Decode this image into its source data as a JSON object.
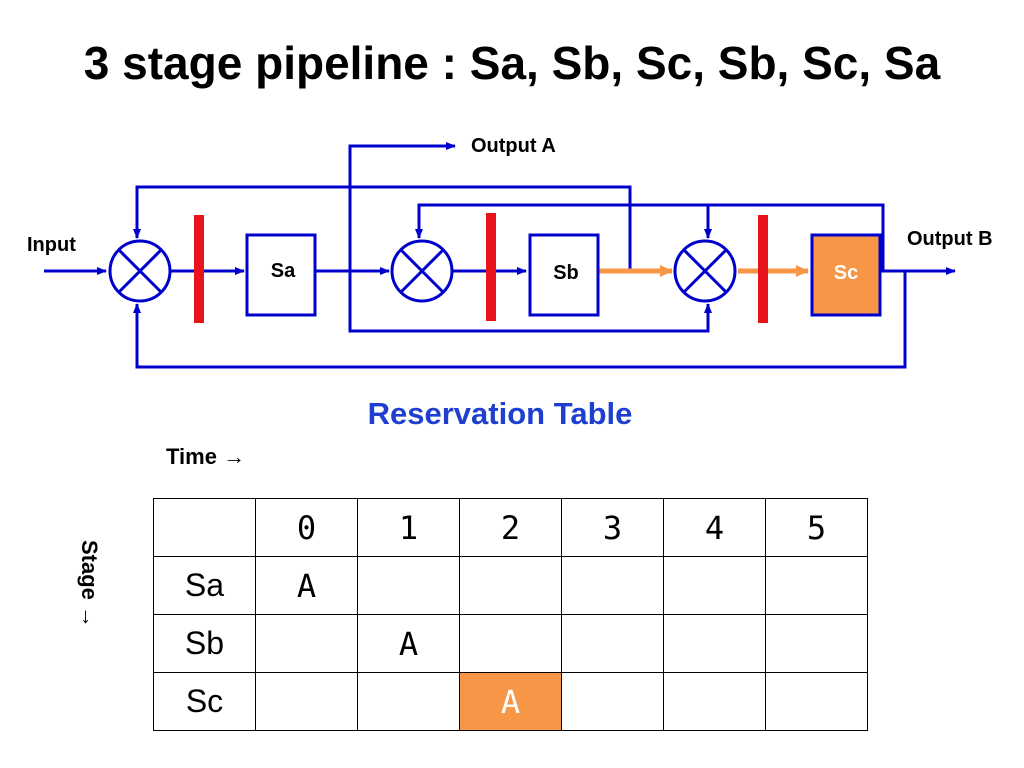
{
  "title": "3 stage pipeline : Sa, Sb, Sc, Sb, Sc, Sa",
  "diagram": {
    "input_label": "Input",
    "output_a_label": "Output A",
    "output_b_label": "Output B",
    "stages": [
      "Sa",
      "Sb",
      "Sc"
    ],
    "highlight_color": "#f79646",
    "line_color": "#0000cc",
    "latch_color": "#e8141c"
  },
  "reservation_table": {
    "title": "Reservation Table",
    "time_label": "Time →",
    "stage_label": "Stage →",
    "time_headers": [
      "0",
      "1",
      "2",
      "3",
      "4",
      "5"
    ],
    "rows": [
      {
        "stage": "Sa",
        "cells": [
          "A",
          "",
          "",
          "",
          "",
          ""
        ]
      },
      {
        "stage": "Sb",
        "cells": [
          "",
          "A",
          "",
          "",
          "",
          ""
        ]
      },
      {
        "stage": "Sc",
        "cells": [
          "",
          "",
          "A",
          "",
          "",
          ""
        ]
      }
    ],
    "highlight_cell": "Sc@2"
  }
}
